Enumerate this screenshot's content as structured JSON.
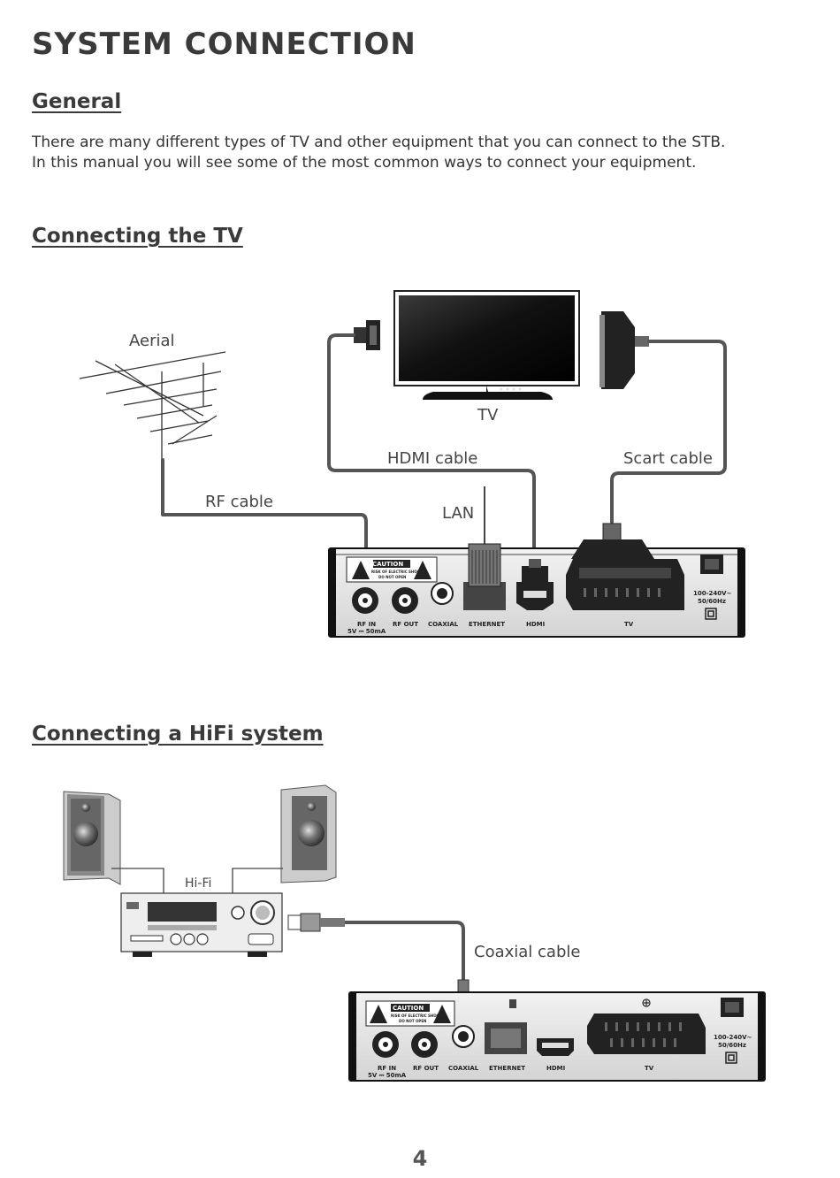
{
  "header": {
    "title": "SYSTEM CONNECTION"
  },
  "general": {
    "heading": "General",
    "line1": "There are many different types of TV and other equipment that you can connect to the STB.",
    "line2": "In this manual you will see some of the most common ways to connect your equipment."
  },
  "tv_section": {
    "heading": "Connecting the TV",
    "labels": {
      "aerial": "Aerial",
      "tv": "TV",
      "hdmi_cable": "HDMI cable",
      "scart_cable": "Scart cable",
      "rf_cable": "RF cable",
      "lan": "LAN"
    }
  },
  "hifi_section": {
    "heading": "Connecting a HiFi system",
    "labels": {
      "hifi": "Hi-Fi",
      "coaxial_cable": "Coaxial cable"
    }
  },
  "stb_panel": {
    "caution": "CAUTION",
    "caution_small_1": "RISK OF ELECTRIC SHOCK",
    "caution_small_2": "DO NOT OPEN",
    "rf_in": "RF IN",
    "rf_in_power": "5V ⎓ 50mA",
    "rf_out": "RF OUT",
    "coaxial": "COAXIAL",
    "ethernet": "ETHERNET",
    "hdmi": "HDMI",
    "tv": "TV",
    "power_1": "100-240V~",
    "power_2": "50/60Hz"
  },
  "footer": {
    "page_number": "4"
  }
}
